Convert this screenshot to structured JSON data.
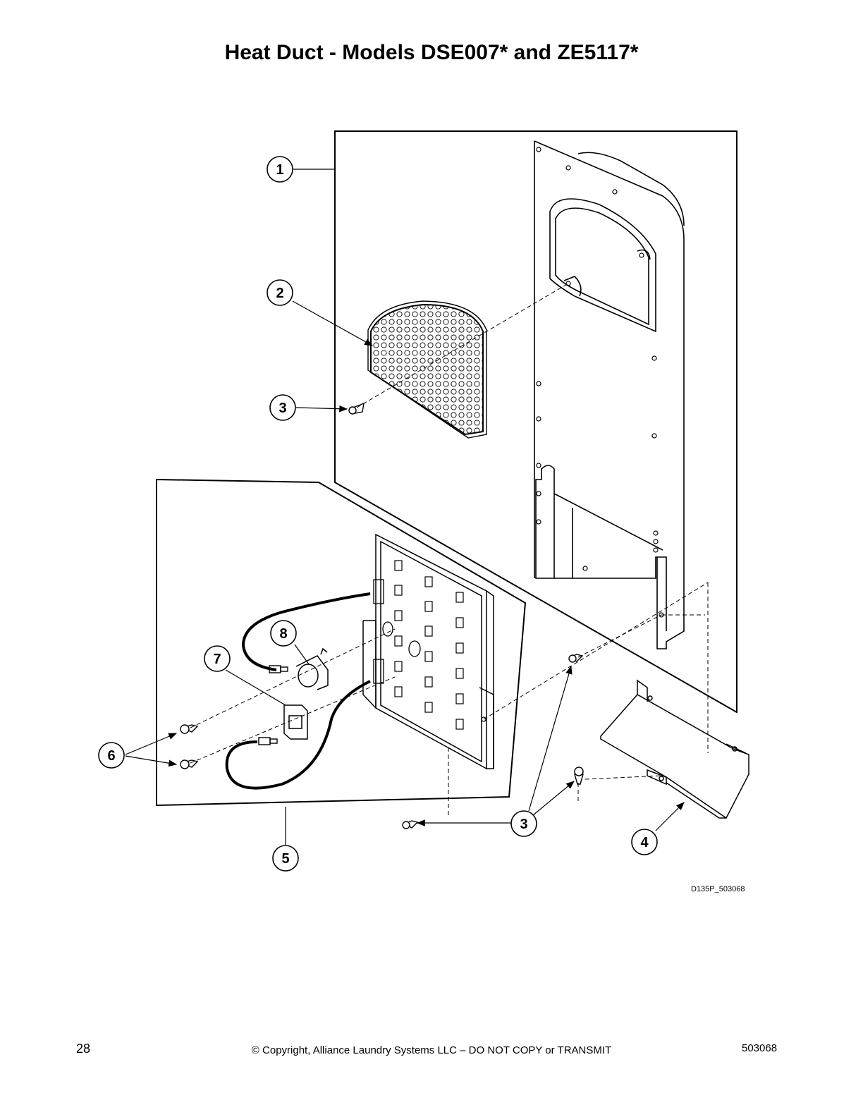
{
  "title": "Heat Duct - Models DSE007* and ZE5117*",
  "figure_id": "D135P_503068",
  "callouts": [
    "1",
    "2",
    "3",
    "3",
    "4",
    "5",
    "6",
    "7",
    "8"
  ],
  "footer": {
    "page_number": "28",
    "copyright": "© Copyright, Alliance Laundry Systems LLC – DO NOT COPY or TRANSMIT",
    "doc_number": "503068"
  }
}
